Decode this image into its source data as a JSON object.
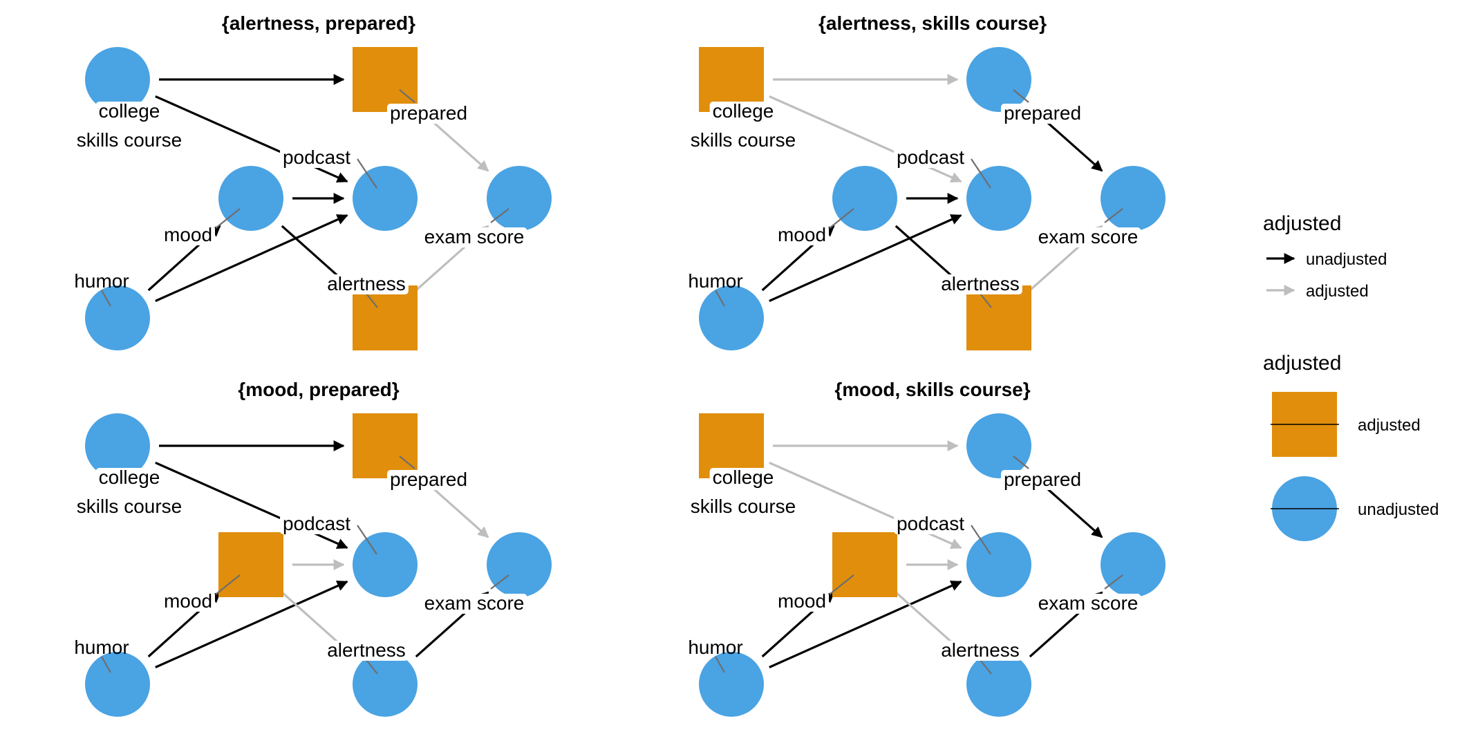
{
  "colors": {
    "adjusted_node": "#E08E0B",
    "unadjusted_node": "#4AA3E3",
    "unadjusted_edge": "#000000",
    "adjusted_edge": "#BEBEBE",
    "leader": "#6E6E6E"
  },
  "nodes": [
    {
      "id": "college",
      "label": "college\nskills course"
    },
    {
      "id": "prepared",
      "label": "prepared"
    },
    {
      "id": "podcast",
      "label": "podcast"
    },
    {
      "id": "mood",
      "label": "mood"
    },
    {
      "id": "exam",
      "label": "exam score"
    },
    {
      "id": "humor",
      "label": "humor"
    },
    {
      "id": "alertness",
      "label": "alertness"
    }
  ],
  "edges": [
    {
      "from": "college",
      "to": "prepared"
    },
    {
      "from": "college",
      "to": "podcast"
    },
    {
      "from": "mood",
      "to": "podcast"
    },
    {
      "from": "humor",
      "to": "podcast"
    },
    {
      "from": "humor",
      "to": "mood"
    },
    {
      "from": "mood",
      "to": "alertness"
    },
    {
      "from": "prepared",
      "to": "exam"
    },
    {
      "from": "alertness",
      "to": "exam"
    }
  ],
  "panels": [
    {
      "title": "{alertness, prepared}",
      "adjusted": [
        "prepared",
        "alertness"
      ],
      "edge_status": [
        "unadjusted",
        "unadjusted",
        "unadjusted",
        "unadjusted",
        "unadjusted",
        "unadjusted",
        "adjusted",
        "adjusted"
      ]
    },
    {
      "title": "{alertness, skills  course}",
      "adjusted": [
        "college",
        "alertness"
      ],
      "edge_status": [
        "adjusted",
        "adjusted",
        "unadjusted",
        "unadjusted",
        "unadjusted",
        "unadjusted",
        "unadjusted",
        "adjusted"
      ]
    },
    {
      "title": "{mood, prepared}",
      "adjusted": [
        "mood",
        "prepared"
      ],
      "edge_status": [
        "unadjusted",
        "unadjusted",
        "adjusted",
        "unadjusted",
        "unadjusted",
        "adjusted",
        "adjusted",
        "unadjusted"
      ]
    },
    {
      "title": "{mood, skills  course}",
      "adjusted": [
        "mood",
        "college"
      ],
      "edge_status": [
        "adjusted",
        "adjusted",
        "adjusted",
        "unadjusted",
        "unadjusted",
        "adjusted",
        "unadjusted",
        "unadjusted"
      ]
    }
  ],
  "legend": {
    "edge_title": "adjusted",
    "edge_items": [
      {
        "label": "unadjusted",
        "status": "unadjusted"
      },
      {
        "label": "adjusted",
        "status": "adjusted"
      }
    ],
    "node_title": "adjusted",
    "node_items": [
      {
        "label": "adjusted",
        "status": "adjusted"
      },
      {
        "label": "unadjusted",
        "status": "unadjusted"
      }
    ]
  }
}
